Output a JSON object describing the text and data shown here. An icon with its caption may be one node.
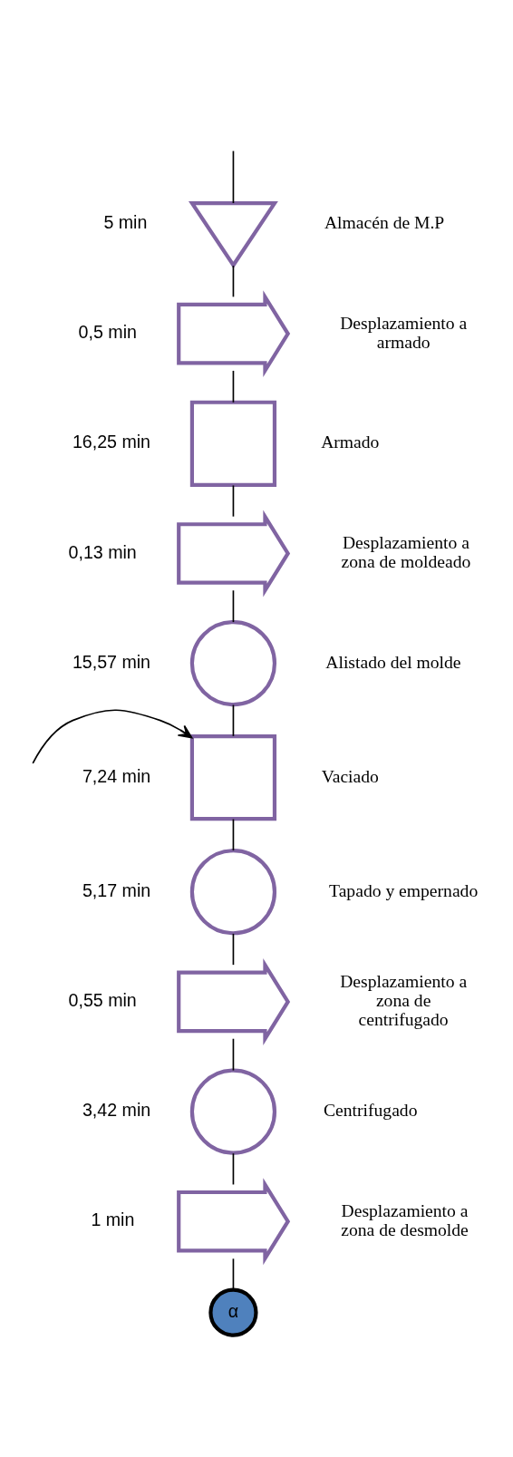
{
  "diagram": {
    "nodes": [
      {
        "text": [],
        "shape": "triangle",
        "beside": [
          "5 min",
          "Almacén de M.P"
        ]
      },
      {
        "text": [],
        "shape": "arrow",
        "beside": [
          "0,5 min",
          "Desplazamiento a armado"
        ]
      },
      {
        "text": [],
        "shape": "box",
        "beside": [
          "16,25 min",
          "Armado"
        ]
      },
      {
        "text": [],
        "shape": "arrow",
        "beside": [
          "0,13 min",
          "Desplazamiento a zona de moldeado"
        ]
      },
      {
        "text": [],
        "shape": "circle",
        "beside": [
          "15,57 min",
          "Alistado del molde"
        ]
      },
      {
        "text": [],
        "shape": "box",
        "beside": [
          "7,24 min",
          "Vaciado"
        ]
      },
      {
        "text": [],
        "shape": "circle",
        "beside": [
          "5,17 min",
          "Tapado y empernado"
        ]
      },
      {
        "text": [],
        "shape": "arrow",
        "beside": [
          "0,55 min",
          "Desplazamiento a zona de centrifugado"
        ]
      },
      {
        "text": [],
        "shape": "circle",
        "beside": [
          "3,42 min",
          "Centrifugado"
        ]
      },
      {
        "text": [],
        "shape": "arrow",
        "beside": [
          "1 min",
          "Desplazamiento a zona de desmolde"
        ]
      },
      {
        "text": [
          "α"
        ]
      }
    ],
    "edges": [
      {
        "from": null,
        "to": 0,
        "arrow": "none"
      },
      {
        "from": 0,
        "to": 1,
        "arrow": "none"
      },
      {
        "from": 1,
        "to": 2,
        "arrow": "none"
      },
      {
        "from": 2,
        "to": 3,
        "arrow": "none"
      },
      {
        "from": 3,
        "to": 4,
        "arrow": "none"
      },
      {
        "from": 4,
        "to": 5,
        "arrow": "none"
      },
      {
        "from": null,
        "to": 5,
        "arrow": "to"
      },
      {
        "from": 5,
        "to": 6,
        "arrow": "none"
      },
      {
        "from": 6,
        "to": 7,
        "arrow": "none"
      },
      {
        "from": 7,
        "to": 8,
        "arrow": "none"
      },
      {
        "from": 8,
        "to": 9,
        "arrow": "none"
      },
      {
        "from": 9,
        "to": 10,
        "arrow": "none"
      }
    ]
  }
}
